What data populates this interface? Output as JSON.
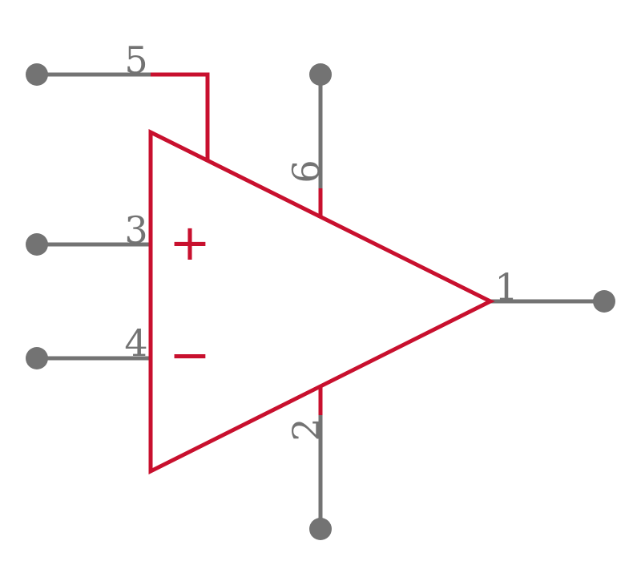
{
  "colors": {
    "body": "#C8102E",
    "pin": "#737373",
    "background": "#ffffff"
  },
  "symbol": {
    "type": "op-amp",
    "plus_sign": "+",
    "minus_sign": "−"
  },
  "pins": [
    {
      "number": "5"
    },
    {
      "number": "6"
    },
    {
      "number": "3"
    },
    {
      "number": "4"
    },
    {
      "number": "1"
    },
    {
      "number": "2"
    }
  ]
}
